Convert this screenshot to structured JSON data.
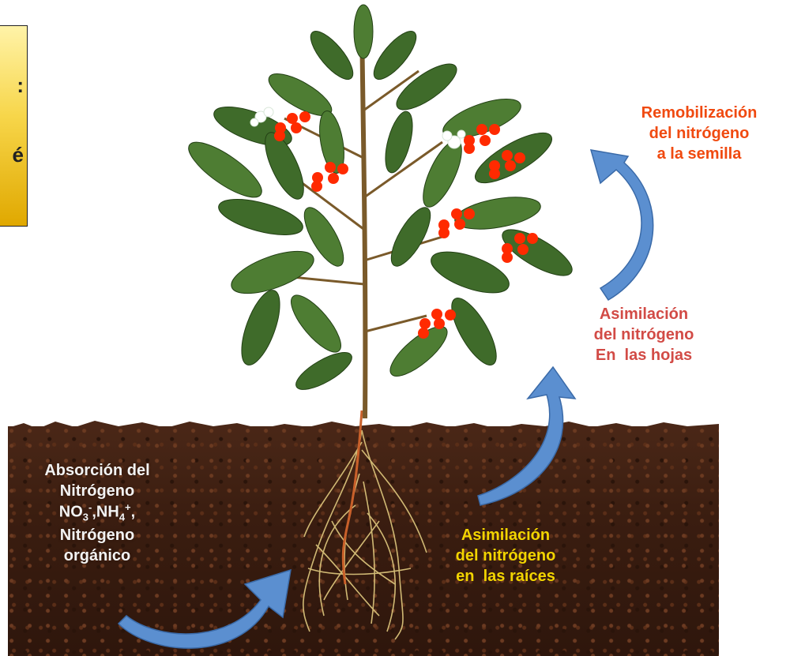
{
  "yellow_box": {
    "line1": ":",
    "line2": "é"
  },
  "labels": {
    "remobilization": [
      "Remobilización",
      "del nitrógeno",
      "a la semilla"
    ],
    "leaf_assimilation": [
      "Asimilación",
      "del nitrógeno",
      "En  las hojas"
    ],
    "root_assimilation": [
      "Asimilación",
      "del nitrógeno",
      "en  las raíces"
    ],
    "absorption": {
      "line1": "Absorción del",
      "line2": "Nitrógeno",
      "no3": "NO",
      "no3_sub": "3",
      "no3_sup": "-",
      "sep": ",",
      "nh4": "NH",
      "nh4_sub": "4",
      "nh4_sup": "+",
      "trail": ",",
      "line4": "Nitrógeno",
      "line5": "orgánico"
    }
  },
  "colors": {
    "arrow": "#5b8fd0",
    "arrow_stroke": "#3a6aa8",
    "berry": "#ff2a00",
    "leaf": "#3f6b2a",
    "stem": "#7a5a2a",
    "root": "#d9c27a"
  }
}
